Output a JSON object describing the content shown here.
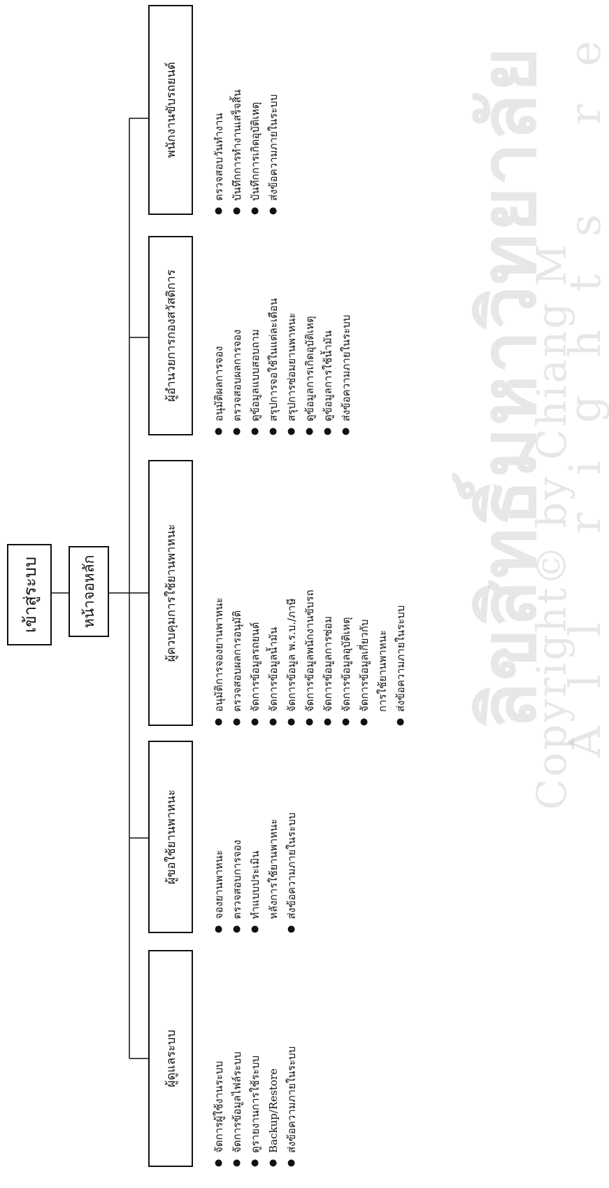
{
  "watermark": {
    "thai": "ลิขสิทธิ์มหาวิทยาลัย",
    "copyright": "Copyright© by Chiang M",
    "rights": "All rights re"
  },
  "root": {
    "label": "เข้าสู่ระบบ"
  },
  "main": {
    "label": "หน้าจอหลัก"
  },
  "roles": [
    {
      "title": "ผู้ดูแลระบบ",
      "items": [
        {
          "text": "จัดการผู้ใช้งานระบบ"
        },
        {
          "text": "จัดการข้อมูลไฟล์ระบบ"
        },
        {
          "text": "ดูรายงานการใช้ระบบ"
        },
        {
          "text": "Backup/Restore"
        },
        {
          "text": "ส่งข้อความภายในระบบ"
        }
      ]
    },
    {
      "title": "ผู้ขอใช้ยานพาหนะ",
      "items": [
        {
          "text": "จองยานพาหนะ"
        },
        {
          "text": "ตรวจสอบการจอง"
        },
        {
          "text": "ทำแบบประเมิน"
        },
        {
          "text": "หลังการใช้ยานพาหนะ"
        },
        {
          "text": "ส่งข้อความภายในระบบ"
        }
      ]
    },
    {
      "title": "ผู้ควบคุมการใช้ยานพาหนะ",
      "items": [
        {
          "text": "อนุมัติการจองยานพาหนะ"
        },
        {
          "text": "ตรวจสอบผลการอนุมัติ"
        },
        {
          "text": "จัดการข้อมูลรถยนต์"
        },
        {
          "text": "จัดการข้อมูลน้ำมัน"
        },
        {
          "text": "จัดการข้อมูล พ.ร.บ./ภาษี"
        },
        {
          "text": "จัดการข้อมูลพนักงานขับรถ"
        },
        {
          "text": "จัดการข้อมูลการซ่อม"
        },
        {
          "text": "จัดการข้อมูลอุบัติเหตุ"
        },
        {
          "text": "จัดการข้อมูลเกี่ยวกับ"
        },
        {
          "text": "การใช้ยานพาหนะ"
        },
        {
          "text": "ส่งข้อความภายในระบบ"
        }
      ]
    },
    {
      "title": "ผู้อำนวยการกองสวัสดิการ",
      "items": [
        {
          "text": "อนุมัติผลการจอง"
        },
        {
          "text": "ตรวจสอบผลการจอง"
        },
        {
          "text": "ดูข้อมูลแบบสอบถาม"
        },
        {
          "text": "สรุปการจอใช้ในแต่ละเดือน"
        },
        {
          "text": "สรุปการซ่อมยานพาหนะ"
        },
        {
          "text": "ดูข้อมูลการเกิดอุบัติเหตุ"
        },
        {
          "text": "ดูข้อมูลการใช้น้ำมัน"
        },
        {
          "text": "ส่งข้อความภายในระบบ"
        }
      ]
    },
    {
      "title": "พนักงานขับรถยนต์",
      "items": [
        {
          "text": "ตรวจสอบวันทำงาน"
        },
        {
          "text": "บันทึกการทำงานเสร็จสิ้น"
        },
        {
          "text": "บันทึกการเกิดอุบัติเหตุ"
        },
        {
          "text": "ส่งข้อความภายในระบบ"
        }
      ]
    }
  ]
}
